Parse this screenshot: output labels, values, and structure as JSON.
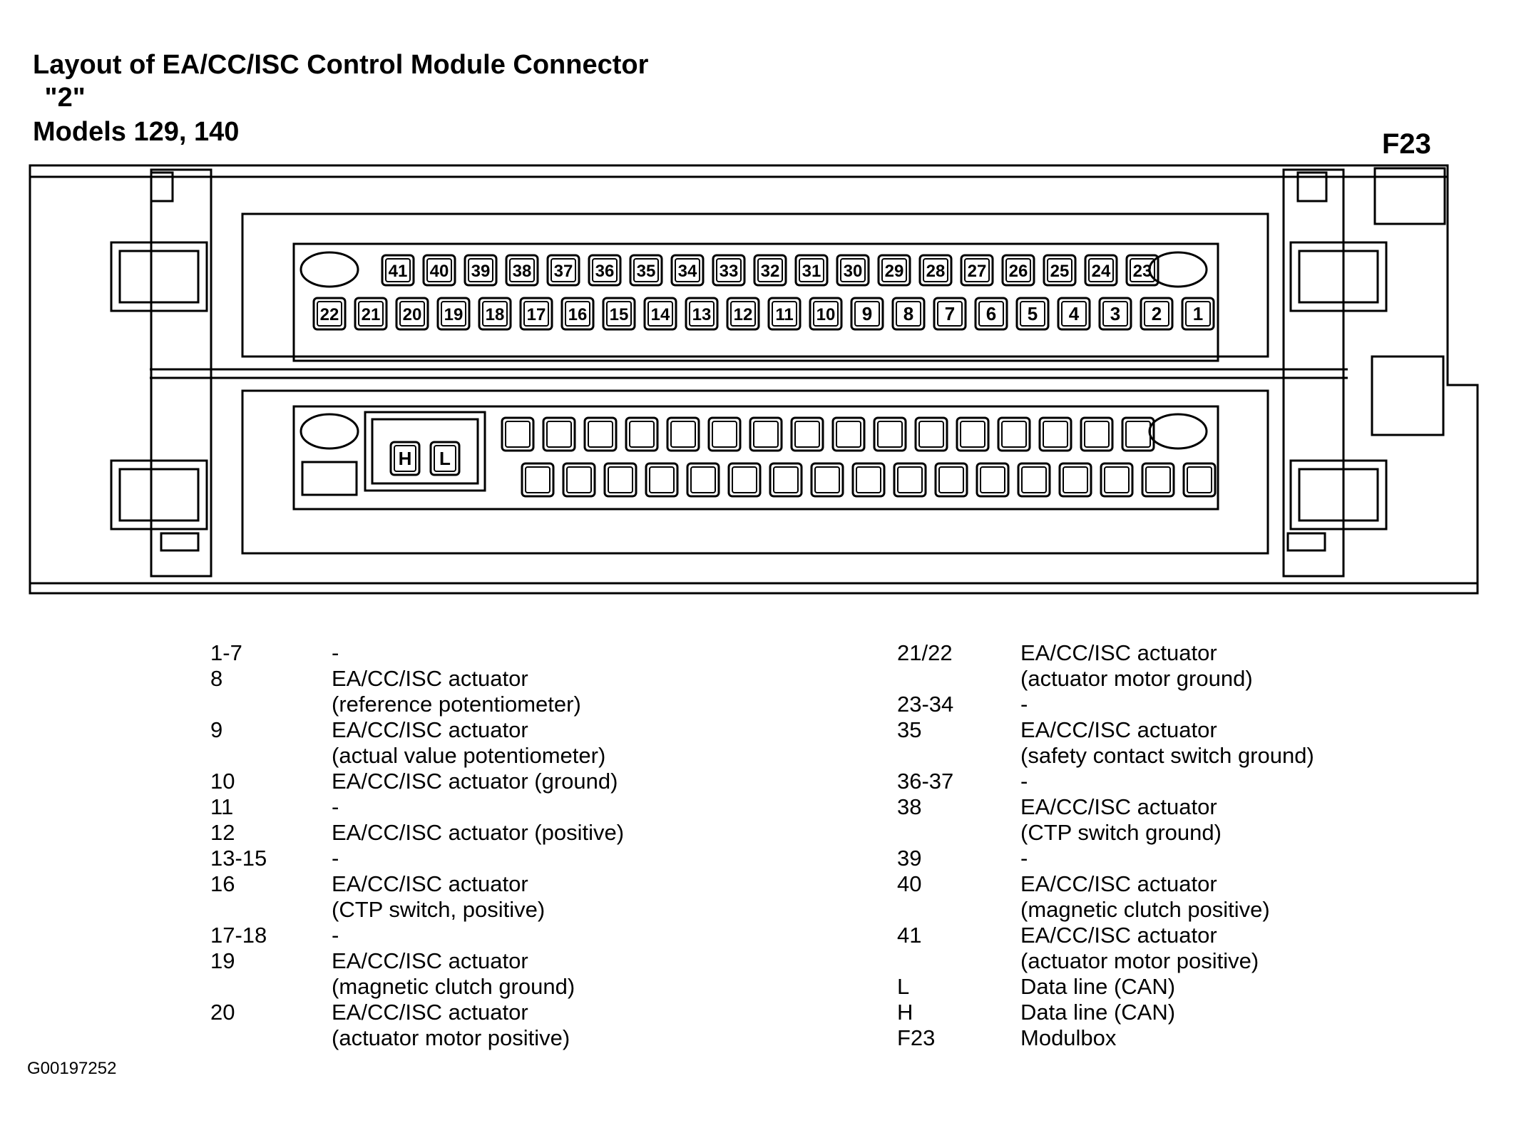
{
  "title": {
    "line1": "Layout of EA/CC/ISC Control Module Connector",
    "line2": " \"2\"",
    "line3": "Models 129, 140"
  },
  "module_label": "F23",
  "connector": {
    "top_row_pins": [
      "41",
      "40",
      "39",
      "38",
      "37",
      "36",
      "35",
      "34",
      "33",
      "32",
      "31",
      "30",
      "29",
      "28",
      "27",
      "26",
      "25",
      "24",
      "23"
    ],
    "bottom_row_pins": [
      "22",
      "21",
      "20",
      "19",
      "18",
      "17",
      "16",
      "15",
      "14",
      "13",
      "12",
      "11",
      "10",
      "9",
      "8",
      "7",
      "6",
      "5",
      "4",
      "3",
      "2",
      "1"
    ],
    "can_pins": [
      "H",
      "L"
    ]
  },
  "legend_left": [
    {
      "pin": "1-7",
      "lines": [
        "-"
      ]
    },
    {
      "pin": "8",
      "lines": [
        "EA/CC/ISC actuator",
        "(reference potentiometer)"
      ]
    },
    {
      "pin": "9",
      "lines": [
        "EA/CC/ISC actuator",
        "(actual value potentiometer)"
      ]
    },
    {
      "pin": "10",
      "lines": [
        "EA/CC/ISC actuator (ground)"
      ]
    },
    {
      "pin": "11",
      "lines": [
        "-"
      ]
    },
    {
      "pin": "12",
      "lines": [
        "EA/CC/ISC actuator (positive)"
      ]
    },
    {
      "pin": "13-15",
      "lines": [
        "-"
      ]
    },
    {
      "pin": "16",
      "lines": [
        "EA/CC/ISC actuator",
        "(CTP switch, positive)"
      ]
    },
    {
      "pin": "17-18",
      "lines": [
        "-"
      ]
    },
    {
      "pin": "19",
      "lines": [
        "EA/CC/ISC actuator",
        "(magnetic clutch ground)"
      ]
    },
    {
      "pin": "20",
      "lines": [
        "EA/CC/ISC actuator",
        "(actuator motor positive)"
      ]
    }
  ],
  "legend_right": [
    {
      "pin": "21/22",
      "lines": [
        "EA/CC/ISC actuator",
        "(actuator motor ground)"
      ]
    },
    {
      "pin": "23-34",
      "lines": [
        "-"
      ]
    },
    {
      "pin": "35",
      "lines": [
        "EA/CC/ISC actuator",
        "(safety contact switch ground)"
      ]
    },
    {
      "pin": "36-37",
      "lines": [
        "-"
      ]
    },
    {
      "pin": "38",
      "lines": [
        "EA/CC/ISC actuator",
        "(CTP switch ground)"
      ]
    },
    {
      "pin": "39",
      "lines": [
        "-"
      ]
    },
    {
      "pin": "40",
      "lines": [
        "EA/CC/ISC actuator",
        "(magnetic clutch positive)"
      ]
    },
    {
      "pin": "41",
      "lines": [
        "EA/CC/ISC actuator",
        "(actuator motor positive)"
      ]
    },
    {
      "pin": "L",
      "lines": [
        "Data line (CAN)"
      ]
    },
    {
      "pin": "H",
      "lines": [
        "Data line (CAN)"
      ]
    },
    {
      "pin": "F23",
      "lines": [
        "Modulbox"
      ]
    }
  ],
  "figure_id": "G00197252"
}
